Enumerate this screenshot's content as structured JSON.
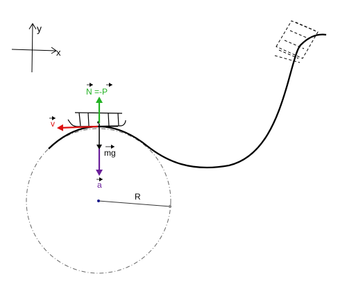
{
  "axes": {
    "x_label": "x",
    "y_label": "y"
  },
  "labels": {
    "normal_force": "N =-P",
    "velocity": "v",
    "gravity": "mg",
    "acceleration": "a",
    "radius": "R"
  },
  "colors": {
    "track": "#000000",
    "circle": "#666666",
    "normal_force": "#22b222",
    "velocity": "#dd1111",
    "acceleration": "#6a1f9a",
    "gravity": "#000000",
    "center_point": "#1a1a8a"
  }
}
